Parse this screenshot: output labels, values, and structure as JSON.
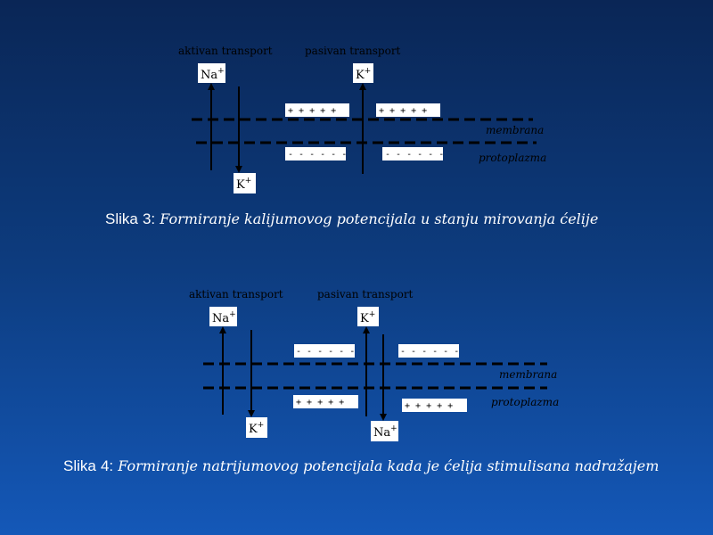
{
  "figure3": {
    "label_active": "aktivan transport",
    "label_passive": "pasivan transport",
    "ion_na": "Na",
    "ion_k_top": "K",
    "ion_k_bottom": "K",
    "superscript": "+",
    "charges_top_left": "+ + + + +",
    "charges_top_right": "+ + + + +",
    "charges_bottom_left": "- - - - - -",
    "charges_bottom_right": "- - - - - -",
    "membrane_label": "membrana",
    "protoplasm_label": "protoplazma",
    "caption_word": "Slika",
    "caption_number": "3:",
    "caption_text": "Formiranje kalijumovog potencijala u stanju mirovanja ćelije"
  },
  "figure4": {
    "label_active": "aktivan transport",
    "label_passive": "pasivan transport",
    "ion_na": "Na",
    "ion_k_top": "K",
    "ion_k_bottom": "K",
    "ion_na_bottom": "Na",
    "superscript": "+",
    "charges_top_left": "- - - - - -",
    "charges_top_right": "- - - - - -",
    "charges_bottom_left": "+ + + + +",
    "charges_bottom_right": "+ + + + +",
    "membrane_label": "membrana",
    "protoplasm_label": "protoplazma",
    "caption_word": "Slika",
    "caption_number": "4:",
    "caption_text": "Formiranje natrijumovog potencijala kada je ćelija stimulisana nadražajem"
  }
}
